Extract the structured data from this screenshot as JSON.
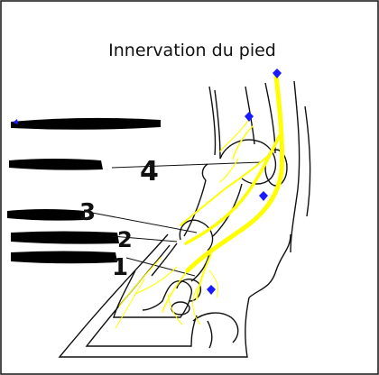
{
  "title": "Innervation du pied",
  "labels": [
    {
      "id": "label-4",
      "text": "4"
    },
    {
      "id": "label-3",
      "text": "3"
    },
    {
      "id": "label-2",
      "text": "2"
    },
    {
      "id": "label-1",
      "text": "1"
    }
  ],
  "colors": {
    "outline": "#111111",
    "nerve": "#ffff00",
    "marker": "#1a1aff",
    "redaction": "#000000",
    "background": "#ffffff"
  }
}
